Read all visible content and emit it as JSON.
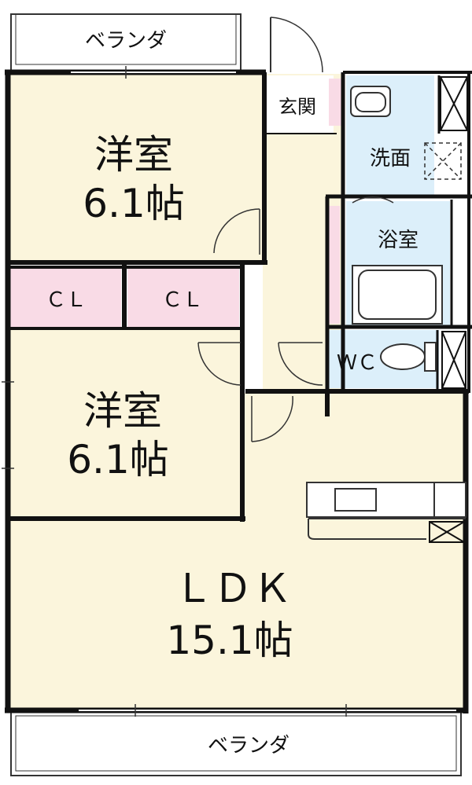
{
  "colors": {
    "room_fill": "#fbf5dc",
    "closet_fill": "#f9dbe6",
    "wet_fill": "#dceffa",
    "wall": "#111111",
    "outside": "#ffffff"
  },
  "balcony_top": {
    "label": "ベランダ"
  },
  "balcony_bottom": {
    "label": "ベランダ"
  },
  "rooms": {
    "bedroom1": {
      "name": "洋室",
      "size": "6.1帖"
    },
    "bedroom2": {
      "name": "洋室",
      "size": "6.1帖"
    },
    "ldk": {
      "name": "ＬＤＫ",
      "size": "15.1帖"
    },
    "closet1": {
      "label": "ＣＬ"
    },
    "closet2": {
      "label": "ＣＬ"
    },
    "entrance": {
      "label": "玄関"
    },
    "washroom": {
      "label": "洗面"
    },
    "bath": {
      "label": "浴室"
    },
    "wc": {
      "label": "ＷＣ"
    }
  },
  "icons": [
    "sink-icon",
    "washing-machine-icon",
    "bathtub-icon",
    "toilet-icon",
    "kitchen-counter-icon",
    "storage-x-icon",
    "door-swing-icon"
  ]
}
